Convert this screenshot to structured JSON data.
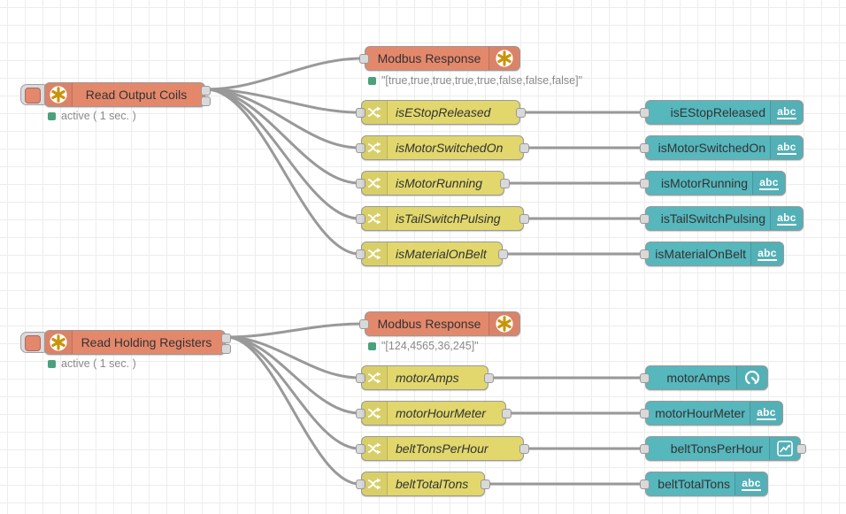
{
  "colors": {
    "modbus_node": "#e4886c",
    "change_node": "#e1d76d",
    "dashboard_node": "#56b7bd",
    "status_dot_green": "#4aa17c",
    "wire": "#999999",
    "grid_line": "#ededed"
  },
  "coils": {
    "reader": {
      "label": "Read Output Coils",
      "status": "active ( 1 sec. )"
    },
    "response": {
      "label": "Modbus Response",
      "status": "\"[true,true,true,true,true,false,false,false]\""
    },
    "changes": [
      {
        "label": "isEStopReleased"
      },
      {
        "label": "isMotorSwitchedOn"
      },
      {
        "label": "isMotorRunning"
      },
      {
        "label": "isTailSwitchPulsing"
      },
      {
        "label": "isMaterialOnBelt"
      }
    ],
    "ui": [
      {
        "label": "isEStopReleased",
        "icon": "abc-text-icon",
        "badge": "abc"
      },
      {
        "label": "isMotorSwitchedOn",
        "icon": "abc-text-icon",
        "badge": "abc"
      },
      {
        "label": "isMotorRunning",
        "icon": "abc-text-icon",
        "badge": "abc"
      },
      {
        "label": "isTailSwitchPulsing",
        "icon": "abc-text-icon",
        "badge": "abc"
      },
      {
        "label": "isMaterialOnBelt",
        "icon": "abc-text-icon",
        "badge": "abc"
      }
    ]
  },
  "registers": {
    "reader": {
      "label": "Read Holding Registers",
      "status": "active ( 1 sec. )"
    },
    "response": {
      "label": "Modbus Response",
      "status": "\"[124,4565,36,245]\""
    },
    "changes": [
      {
        "label": "motorAmps"
      },
      {
        "label": "motorHourMeter"
      },
      {
        "label": "beltTonsPerHour"
      },
      {
        "label": "beltTotalTons"
      }
    ],
    "ui": [
      {
        "label": "motorAmps",
        "icon": "gauge-icon"
      },
      {
        "label": "motorHourMeter",
        "icon": "abc-text-icon",
        "badge": "abc"
      },
      {
        "label": "beltTonsPerHour",
        "icon": "line-chart-icon"
      },
      {
        "label": "beltTotalTons",
        "icon": "abc-text-icon",
        "badge": "abc"
      }
    ]
  }
}
